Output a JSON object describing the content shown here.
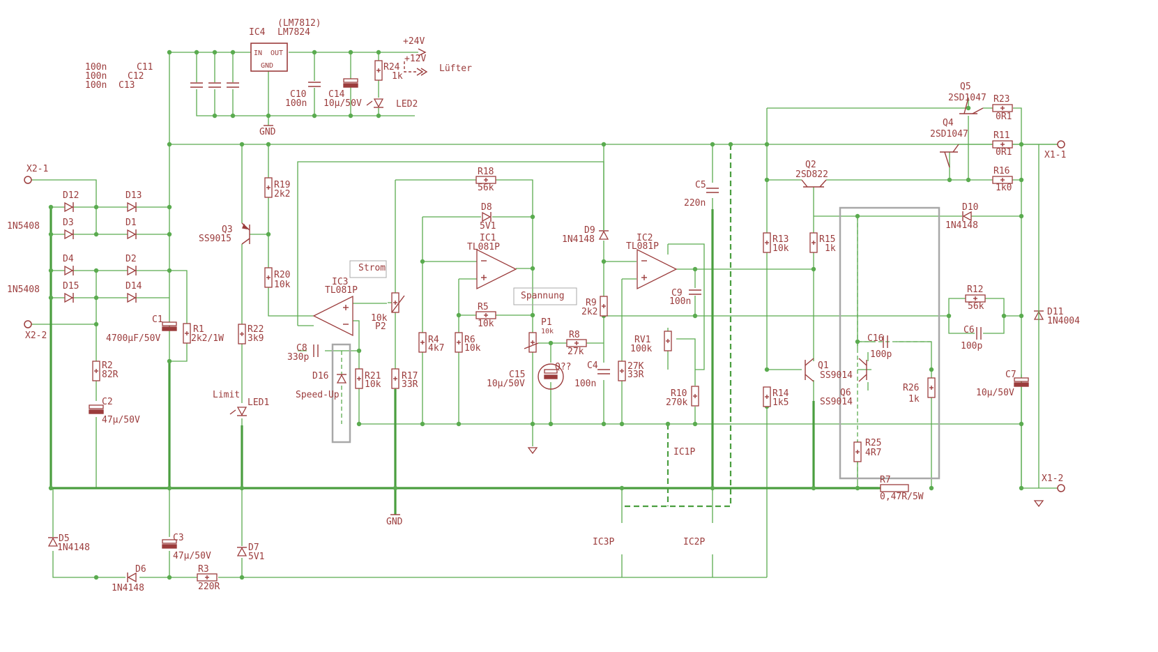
{
  "schematic": {
    "labels": {
      "ic4": "IC4",
      "lm7812": "(LM7812)",
      "lm7824": "LM7824",
      "ic4_in": "IN",
      "ic4_out": "OUT",
      "ic4_gnd": "GND",
      "v24": "+24V",
      "v12": "+12V",
      "luefter": "Lüfter",
      "c11": "C11",
      "c12": "C12",
      "c13": "C13",
      "c11_val": "100n",
      "c12_val": "100n",
      "c13_val": "100n",
      "c10": "C10",
      "c10_val": "100n",
      "c14": "C14",
      "c14_val": "10µ/50V",
      "r24": "R24",
      "r24_val": "1k",
      "led2": "LED2",
      "gnd_top": "GND",
      "x2_1": "X2-1",
      "x2_2": "X2-2",
      "d12": "D12",
      "d13": "D13",
      "d3": "D3",
      "d1": "D1",
      "d4": "D4",
      "d2": "D2",
      "d15": "D15",
      "d14": "D14",
      "n5408_a": "1N5408",
      "n5408_b": "1N5408",
      "c1": "C1",
      "c1_val": "4700µF/50V",
      "r1": "R1",
      "r1_val": "2k2/1W",
      "r2": "R2",
      "r2_val": "82R",
      "c2": "C2",
      "c2_val": "47µ/50V",
      "q3": "Q3",
      "q3_val": "SS9015",
      "r19": "R19",
      "r19_val": "2k2",
      "r20": "R20",
      "r20_val": "10k",
      "r22": "R22",
      "r22_val": "3k9",
      "limit": "Limit",
      "led1": "LED1",
      "ic3": "IC3",
      "ic3_val": "TL081P",
      "strom": "Strom",
      "c8": "C8",
      "c8_val": "330p",
      "d16": "D16",
      "speedup": "Speed-Up",
      "r21": "R21",
      "r21_val": "10k",
      "p2": "P2",
      "p2_val": "10k",
      "r17": "R17",
      "r17_val": "33R",
      "r18": "R18",
      "r18_val": "56k",
      "d8": "D8",
      "d8_val": "5V1",
      "ic1": "IC1",
      "ic1_val": "TL081P",
      "r5": "R5",
      "r5_val": "10k",
      "r4": "R4",
      "r4_val": "4k7",
      "r6": "R6",
      "r6_val": "10k",
      "spannung": "Spannung",
      "p1": "P1",
      "p1_val": "10k",
      "r8": "R8",
      "r8_val": "27k",
      "c15": "C15",
      "c15_val": "10µ/50V",
      "q_label": "Q??",
      "c4": "C4",
      "c4_val": "100n",
      "d9": "D9",
      "d9_val": "1N4148",
      "r9": "R9",
      "r9_val": "2k2",
      "ic2": "IC2",
      "ic2_val": "TL081P",
      "c9": "C9",
      "c9_val": "100n",
      "rv1": "RV1",
      "rv1_val": "100k",
      "r27": "27K",
      "r27_val": "33R",
      "r10": "R10",
      "r10_val": "270k",
      "c5": "C5",
      "c5_val": "220n",
      "ic1p": "IC1P",
      "ic3p": "IC3P",
      "ic2p": "IC2P",
      "q5": "Q5",
      "q5_val": "2SD1047",
      "q4": "Q4",
      "q4_val": "2SD1047",
      "r23": "R23",
      "r23_val": "0R1",
      "r11": "R11",
      "r11_val": "0R1",
      "x1_1": "X1-1",
      "q2": "Q2",
      "q2_val": "2SD822",
      "r16": "R16",
      "r16_val": "1k0",
      "d10": "D10",
      "d10_val": "1N4148",
      "r13": "R13",
      "r13_val": "10k",
      "r15": "R15",
      "r15_val": "1k",
      "r12": "R12",
      "r12_val": "56k",
      "c6": "C6",
      "c6_val": "100p",
      "d11": "D11",
      "d11_val": "1N4004",
      "c16": "C16",
      "c16_val": "100p",
      "q1": "Q1",
      "q1_val": "SS9014",
      "q6": "Q6",
      "q6_val": "SS9014",
      "r26": "R26",
      "r26_val": "1k",
      "r14": "R14",
      "r14_val": "1k5",
      "r25": "R25",
      "r25_val": "4R7",
      "c7": "C7",
      "c7_val": "10µ/50V",
      "x1_2": "X1-2",
      "r7": "R7",
      "r7_val": "0,47R/5W",
      "d5": "D5",
      "d5_val": "1N4148",
      "c3": "C3",
      "c3_val": "47µ/50V",
      "d7": "D7",
      "d7_val": "5V1",
      "d6": "D6",
      "d6_val": "1N4148",
      "r3": "R3",
      "r3_val": "220R",
      "gnd_bottom": "GND"
    }
  }
}
